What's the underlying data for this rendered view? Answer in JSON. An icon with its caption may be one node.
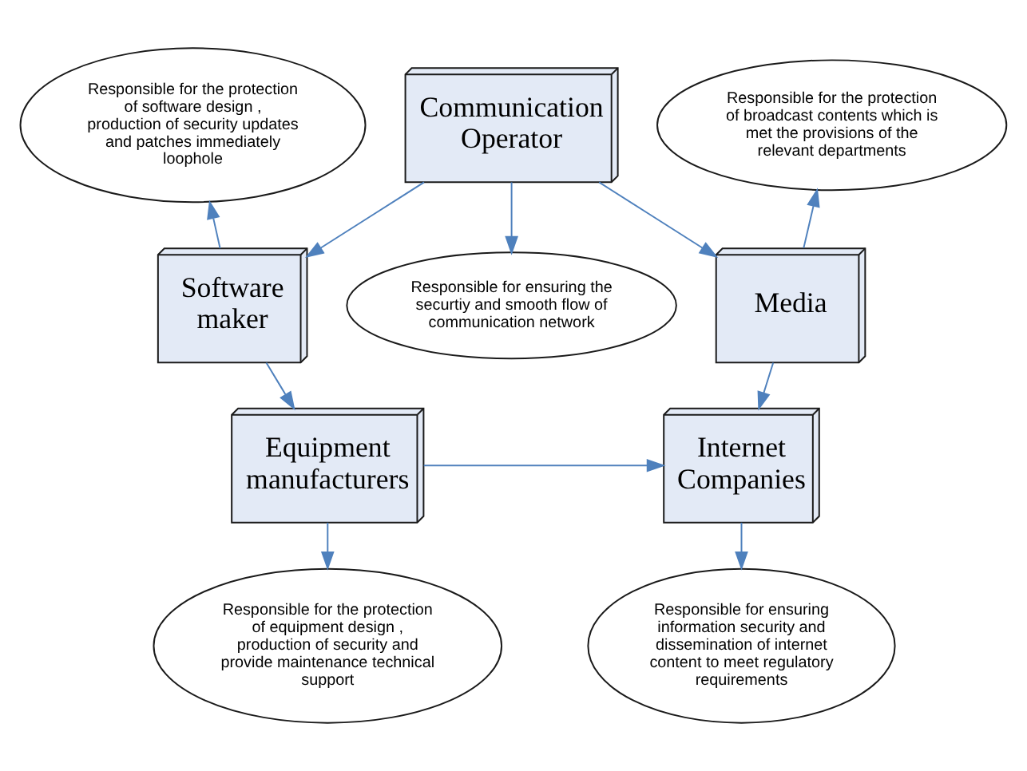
{
  "diagram": {
    "nodes": [
      {
        "text": [
          "Responsible for ensuring the securtiy and smooth flow of communication network"
        ]
      },
      {
        "text": [
          "Responsible for the protection of software design , production of security updates and patches immediately loophole"
        ]
      },
      {
        "text": [
          "Communication Operator"
        ]
      },
      {
        "text": [
          "Responsible for the protection of broadcast contents which is met the provisions of the relevant departments"
        ]
      },
      {
        "text": [
          "Software maker"
        ]
      },
      {
        "text": [
          "Media"
        ]
      },
      {
        "text": [
          "Equipment manufacturers"
        ]
      },
      {
        "text": [
          "Internet Companies"
        ]
      },
      {
        "text": [
          "Responsible for the protection of equipment design , production of security and provide maintenance technical support"
        ]
      },
      {
        "text": [
          "Responsible for ensuring information security and dissemination of internet content to meet regulatory requirements"
        ]
      }
    ],
    "edges": [
      {
        "from": 2,
        "to": 0,
        "arrow": "to"
      },
      {
        "from": 2,
        "to": 4,
        "arrow": "to"
      },
      {
        "from": 2,
        "to": 5,
        "arrow": "to"
      },
      {
        "from": 4,
        "to": 1,
        "arrow": "to"
      },
      {
        "from": 5,
        "to": 3,
        "arrow": "to"
      },
      {
        "from": 4,
        "to": 6,
        "arrow": "to"
      },
      {
        "from": 5,
        "to": 7,
        "arrow": "to"
      },
      {
        "from": 6,
        "to": 7,
        "arrow": "to"
      },
      {
        "from": 6,
        "to": 8,
        "arrow": "to"
      },
      {
        "from": 7,
        "to": 9,
        "arrow": "to"
      }
    ]
  }
}
